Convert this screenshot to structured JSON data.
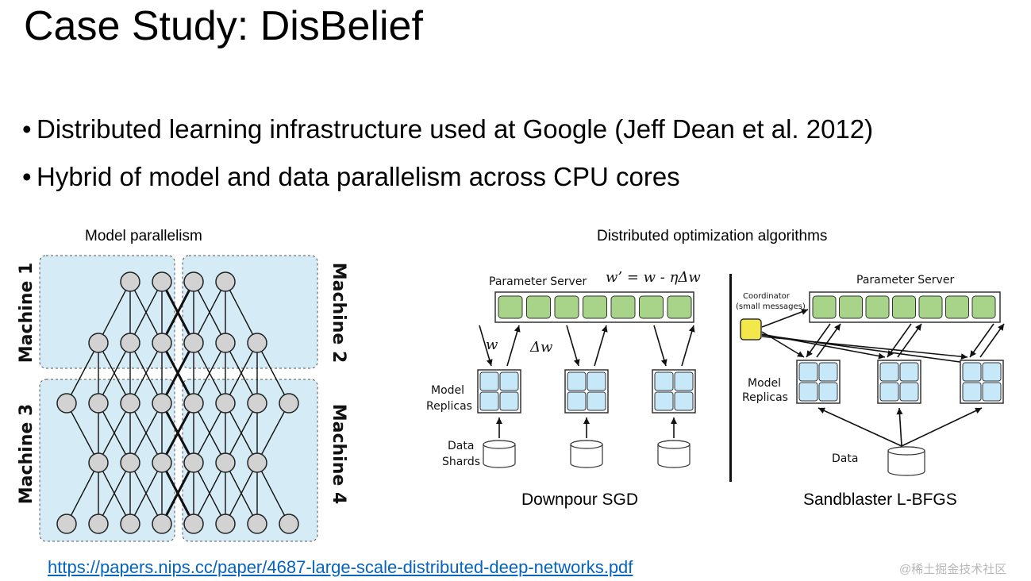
{
  "slide": {
    "title": "Case Study: DisBelief",
    "bullets": [
      "Distributed learning infrastructure used at Google (Jeff Dean et al. 2012)",
      "Hybrid of model and data parallelism across CPU cores"
    ],
    "bullet_glyph": "•",
    "link": "https://papers.nips.cc/paper/4687-large-scale-distributed-deep-networks.pdf",
    "watermark": "@稀土掘金技术社区"
  },
  "model_parallelism": {
    "caption": "Model parallelism",
    "machines": [
      "Machine 1",
      "Machine 2",
      "Machine 3",
      "Machine 4"
    ],
    "colors": {
      "machine_fill": "#d5ecf7",
      "node_fill": "#d2d2d2"
    }
  },
  "distributed": {
    "caption": "Distributed optimization algorithms",
    "downpour": {
      "caption": "Downpour SGD",
      "server_label": "Parameter Server",
      "equation": "w’ = w - ηΔw",
      "w_label": "w",
      "dw_label": "Δw",
      "replicas_label": [
        "Model",
        "Replicas"
      ],
      "shards_label": [
        "Data",
        "Shards"
      ]
    },
    "sandblaster": {
      "caption": "Sandblaster L-BFGS",
      "server_label": "Parameter Server",
      "coordinator_label": [
        "Coordinator",
        "(small messages)"
      ],
      "replicas_label": [
        "Model",
        "Replicas"
      ],
      "data_label": "Data"
    },
    "colors": {
      "server_cell": "#a8d48a",
      "replica_cell": "#c7e8f8",
      "coordinator": "#f2e84b"
    }
  }
}
